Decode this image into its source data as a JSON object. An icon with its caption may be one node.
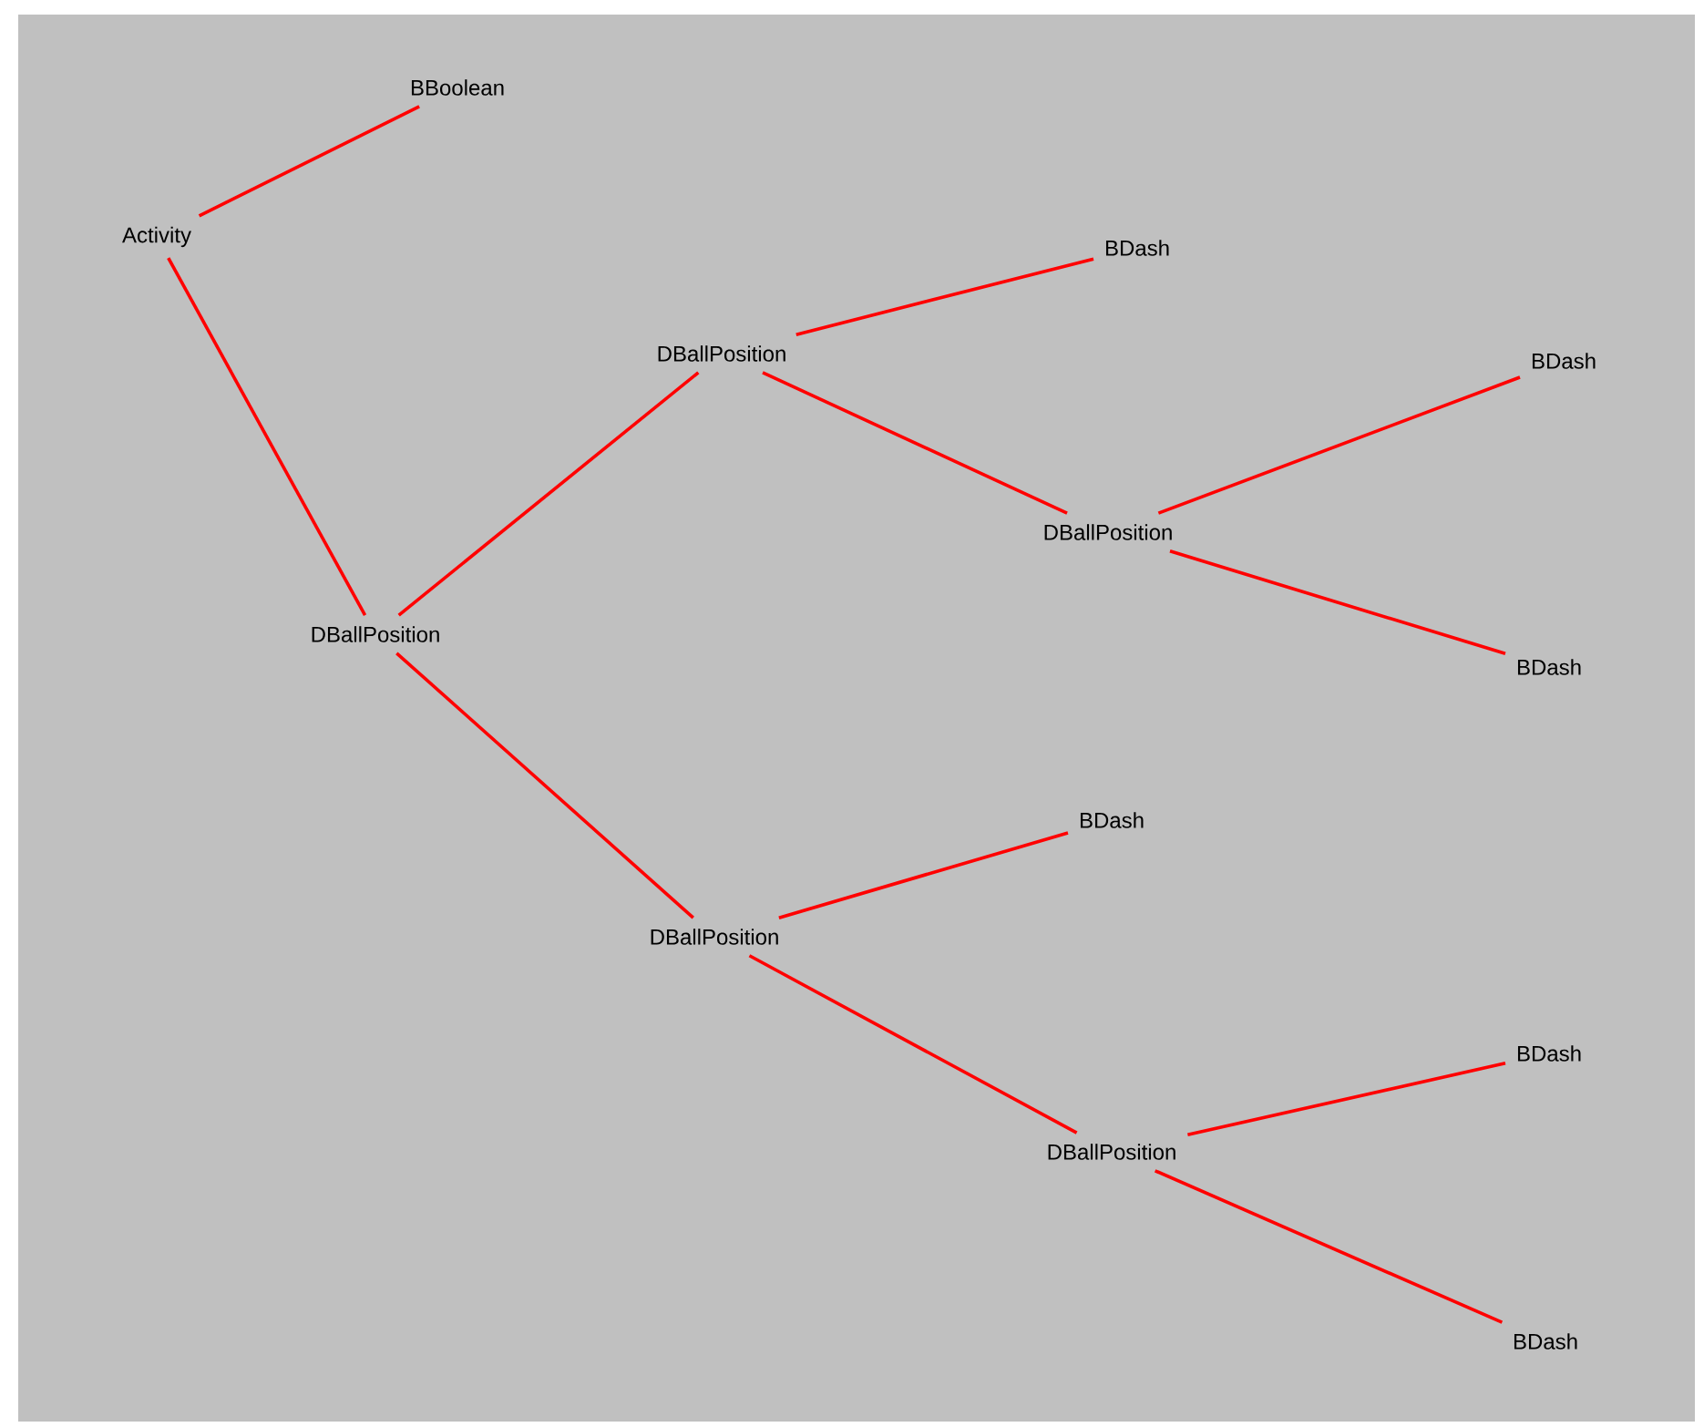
{
  "diagram": {
    "nodes": [
      {
        "text": [
          "Activity"
        ]
      },
      {
        "text": [
          "BBoolean"
        ]
      },
      {
        "text": [
          "DBallPosition"
        ]
      },
      {
        "text": [
          "DBallPosition"
        ]
      },
      {
        "text": [
          "BDash"
        ]
      },
      {
        "text": [
          "DBallPosition"
        ]
      },
      {
        "text": [
          "BDash"
        ]
      },
      {
        "text": [
          "BDash"
        ]
      },
      {
        "text": [
          "DBallPosition"
        ]
      },
      {
        "text": [
          "BDash"
        ]
      },
      {
        "text": [
          "DBallPosition"
        ]
      },
      {
        "text": [
          "BDash"
        ]
      },
      {
        "text": [
          "BDash"
        ]
      }
    ],
    "edges": [
      {
        "from": 0,
        "to": 1,
        "arrow": "none"
      },
      {
        "from": 0,
        "to": 2,
        "arrow": "none"
      },
      {
        "from": 2,
        "to": 3,
        "arrow": "none"
      },
      {
        "from": 3,
        "to": 4,
        "arrow": "none"
      },
      {
        "from": 3,
        "to": 5,
        "arrow": "none"
      },
      {
        "from": 5,
        "to": 6,
        "arrow": "none"
      },
      {
        "from": 5,
        "to": 7,
        "arrow": "none"
      },
      {
        "from": 2,
        "to": 8,
        "arrow": "none"
      },
      {
        "from": 8,
        "to": 9,
        "arrow": "none"
      },
      {
        "from": 8,
        "to": 10,
        "arrow": "none"
      },
      {
        "from": 10,
        "to": 11,
        "arrow": "none"
      },
      {
        "from": 10,
        "to": 12,
        "arrow": "none"
      }
    ]
  }
}
